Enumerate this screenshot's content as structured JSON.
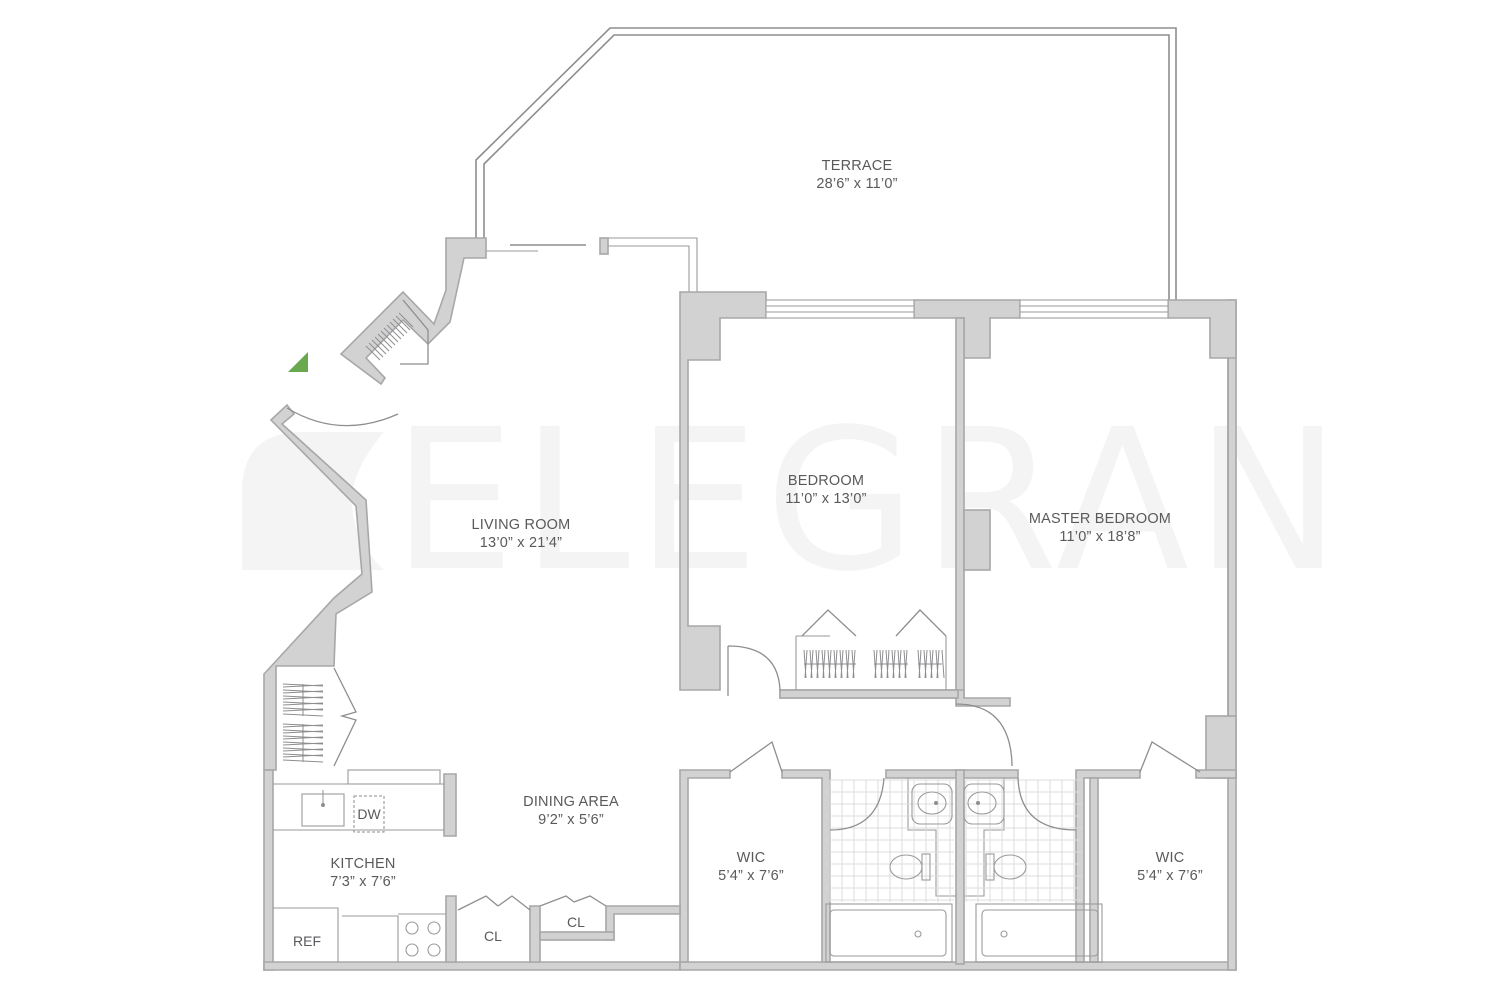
{
  "watermark": {
    "text": "ELEGRAN"
  },
  "compass": {
    "color": "#6aa84f",
    "icon": "north-arrow-icon"
  },
  "colors": {
    "wall_fill": "#d3d2d3",
    "wall_stroke": "#a7a7a9",
    "line": "#8e8e90",
    "text": "#5a5a5c"
  },
  "rooms": {
    "terrace": {
      "name": "TERRACE",
      "size": "28’6” x 11’0”"
    },
    "living_room": {
      "name": "LIVING ROOM",
      "size": "13’0” x 21’4”"
    },
    "bedroom": {
      "name": "BEDROOM",
      "size": "11’0” x 13’0”"
    },
    "master_bedroom": {
      "name": "MASTER BEDROOM",
      "size": "11’0” x 18’8”"
    },
    "dining_area": {
      "name": "DINING AREA",
      "size": "9’2” x 5’6”"
    },
    "kitchen": {
      "name": "KITCHEN",
      "size": "7’3” x 7’6”"
    },
    "wic_1": {
      "name": "WIC",
      "size": "5’4” x 7’6”"
    },
    "wic_2": {
      "name": "WIC",
      "size": "5’4” x 7’6”"
    }
  },
  "fixtures": {
    "dishwasher": "DW",
    "refrigerator": "REF",
    "closet_1": "CL",
    "closet_2": "CL"
  }
}
